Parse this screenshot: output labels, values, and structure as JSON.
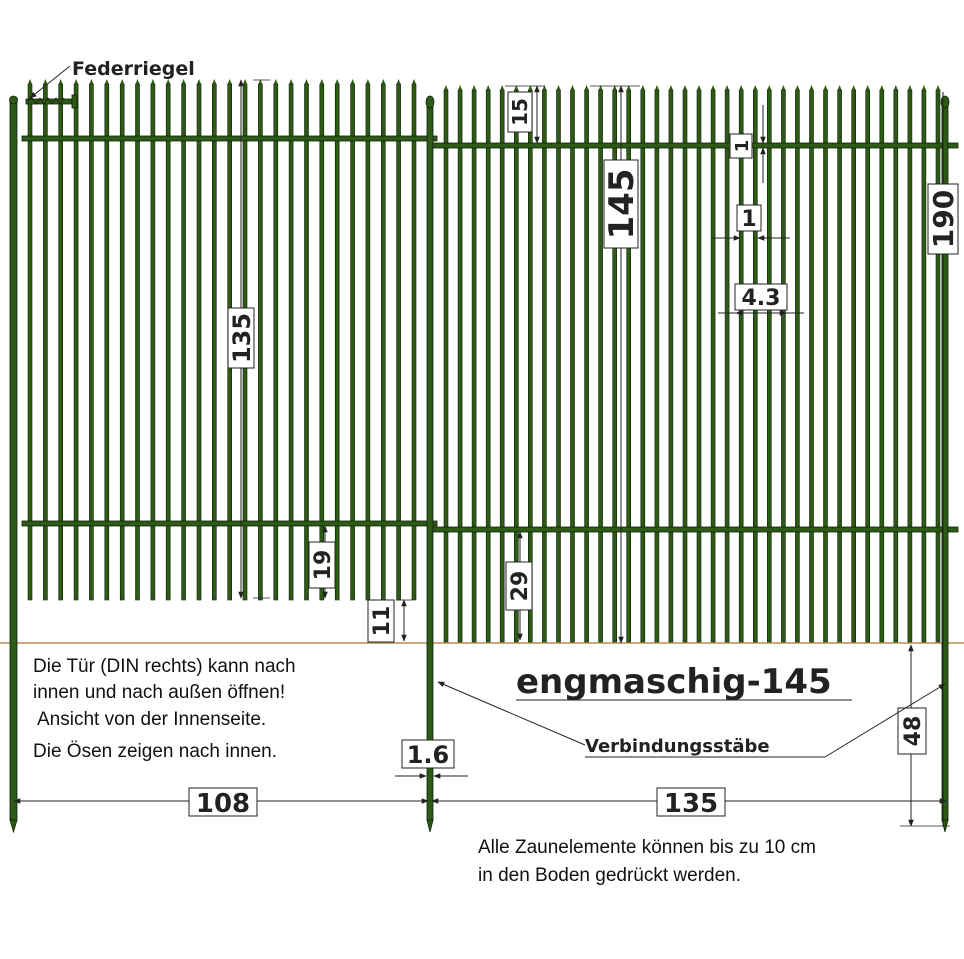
{
  "labels": {
    "latch": "Federriegel",
    "model": "engmaschig-145",
    "connector": "Verbindungsstäbe",
    "door_note_1": "Die Tür (DIN rechts) kann nach",
    "door_note_2": "innen und nach außen öffnen!",
    "door_note_3": "Ansicht von der Innenseite.",
    "door_note_4": "Die Ösen zeigen nach innen.",
    "ground_note_1": "Alle Zaunelemente können bis zu 10 cm",
    "ground_note_2": "in den Boden gedrückt werden."
  },
  "dimensions": {
    "door_height": "135",
    "fence_height": "145",
    "post_height": "190",
    "top_spike": "15",
    "rail_offset": "1",
    "bar_thickness": "1",
    "bar_spacing": "4.3",
    "door_bottom_gap": "19",
    "fence_bottom_gap": "29",
    "door_ground_gap": "11",
    "post_diameter": "1.6",
    "door_width": "108",
    "fence_width": "135",
    "post_depth": "48"
  },
  "colors": {
    "bar": "#2e5a18",
    "bar_edge": "#0f2206",
    "ground": "#b08f4a",
    "dimension": "#222222"
  }
}
